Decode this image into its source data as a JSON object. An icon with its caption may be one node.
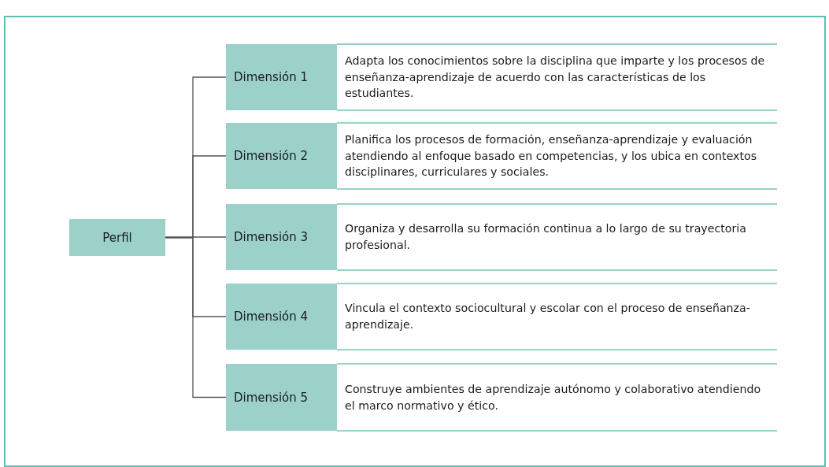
{
  "diagram": {
    "nodes": [
      {
        "text": [
          "Perfil"
        ]
      },
      {
        "text": [
          "Dimensión 1"
        ],
        "beside": [
          "Adapta los conocimientos sobre la disciplina que imparte y los procesos de enseñanza-aprendizaje de acuerdo con las características de los estudiantes."
        ]
      },
      {
        "text": [
          "Dimensión 2"
        ],
        "beside": [
          "Planifica los procesos de formación, enseñanza-aprendizaje y evaluación atendiendo al enfoque basado en competencias, y los ubica en contextos disciplinares, curriculares y sociales."
        ]
      },
      {
        "text": [
          "Dimensión 3"
        ],
        "beside": [
          "Organiza y desarrolla su formación continua a lo largo de su trayectoria profesional."
        ]
      },
      {
        "text": [
          "Dimensión 4"
        ],
        "beside": [
          "Vincula el contexto sociocultural y escolar con el proceso de enseñanza-aprendizaje."
        ]
      },
      {
        "text": [
          "Dimensión 5"
        ],
        "beside": [
          "Construye ambientes de aprendizaje autónomo y colaborativo atendiendo el marco normativo y ético."
        ]
      }
    ],
    "edges": [
      {
        "from": 0,
        "to": 1,
        "arrow": "none"
      },
      {
        "from": 0,
        "to": 2,
        "arrow": "none"
      },
      {
        "from": 0,
        "to": 3,
        "arrow": "none"
      },
      {
        "from": 0,
        "to": 4,
        "arrow": "none"
      },
      {
        "from": 0,
        "to": 5,
        "arrow": "none"
      }
    ]
  }
}
